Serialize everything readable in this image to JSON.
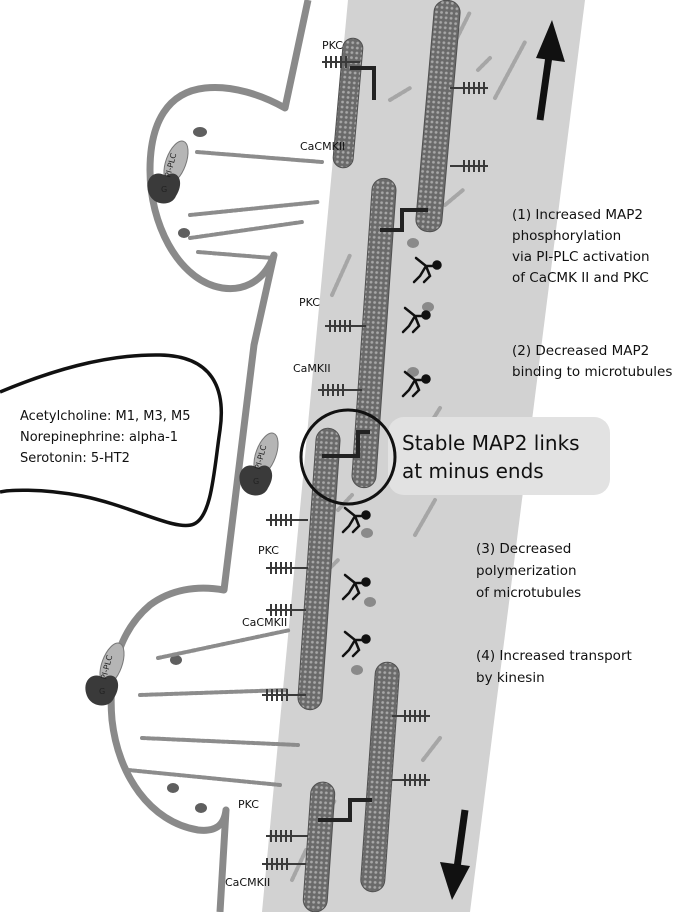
{
  "enzyme_labels": {
    "pkc": "PKC",
    "cacmkii": "CaCMKII",
    "camkii": "CaMKII",
    "g_protein": "G",
    "pi_plc": "PI-PLC"
  },
  "receptor_box": {
    "line1": "Acetylcholine: M1, M3, M5",
    "line2": "Norepinephrine: alpha-1",
    "line3": "Serotonin: 5-HT2"
  },
  "stable_links": {
    "line1": "Stable MAP2 links",
    "line2": "at minus ends"
  },
  "steps": {
    "s1": [
      "(1) Increased MAP2",
      "phosphorylation",
      "via PI-PLC activation",
      "of CaCMK II and PKC"
    ],
    "s2": [
      "(2) Decreased MAP2",
      "binding to microtubules"
    ],
    "s3": [
      "(3) Decreased",
      "polymerization",
      "of microtubules"
    ],
    "s4": [
      "(4) Increased transport",
      "by kinesin"
    ]
  },
  "colors": {
    "dendrite_shaft": "#d2d2d2",
    "membrane": "#8a8a8a",
    "microtubule": "#6e6e6e",
    "receptor": "#3a3a3a",
    "highlight_box": "#e2e2e2"
  },
  "icons": [
    "up-arrow",
    "down-arrow",
    "kinesin-walker",
    "receptor",
    "pi-plc-enzyme",
    "map2-link",
    "phosphate-comb"
  ]
}
